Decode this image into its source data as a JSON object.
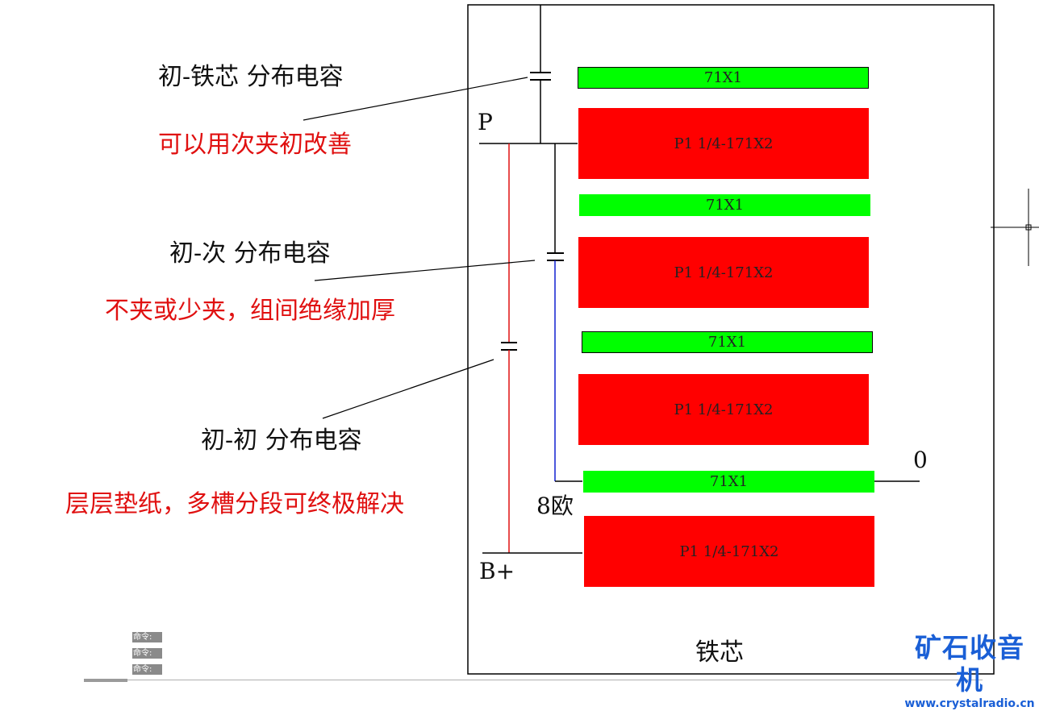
{
  "annotations": {
    "primary_core_title": "初-铁芯 分布电容",
    "primary_core_fix": "可以用次夹初改善",
    "primary_secondary_title": "初-次 分布电容",
    "primary_secondary_fix": "不夹或少夹，组间绝缘加厚",
    "primary_primary_title": "初-初 分布电容",
    "primary_primary_fix": "层层垫纸，多槽分段可终极解决"
  },
  "windings": [
    {
      "label": "71X1",
      "color": "green"
    },
    {
      "label": "P1 1/4-171X2",
      "color": "red"
    },
    {
      "label": "71X1",
      "color": "green"
    },
    {
      "label": "P1 1/4-171X2",
      "color": "red"
    },
    {
      "label": "71X1",
      "color": "green"
    },
    {
      "label": "P1 1/4-171X2",
      "color": "red"
    },
    {
      "label": "71X1",
      "color": "green"
    },
    {
      "label": "P1 1/4-171X2",
      "color": "red"
    }
  ],
  "terminals": {
    "p": "P",
    "ohm8": "8欧",
    "zero": "0",
    "bplus": "B+",
    "core": "铁芯"
  },
  "command_lines": [
    "命令:",
    "命令:",
    "命令:"
  ],
  "watermark": {
    "title": "矿石收音机",
    "url": "www.crystalradio.cn"
  },
  "colors": {
    "secondary_winding": "#00ff00",
    "primary_winding": "#ff0000",
    "annotation_fix_text": "#e01010",
    "bplus_wire": "#e01010",
    "ohm8_wire": "#1020d0",
    "watermark": "#1a5fd6"
  }
}
